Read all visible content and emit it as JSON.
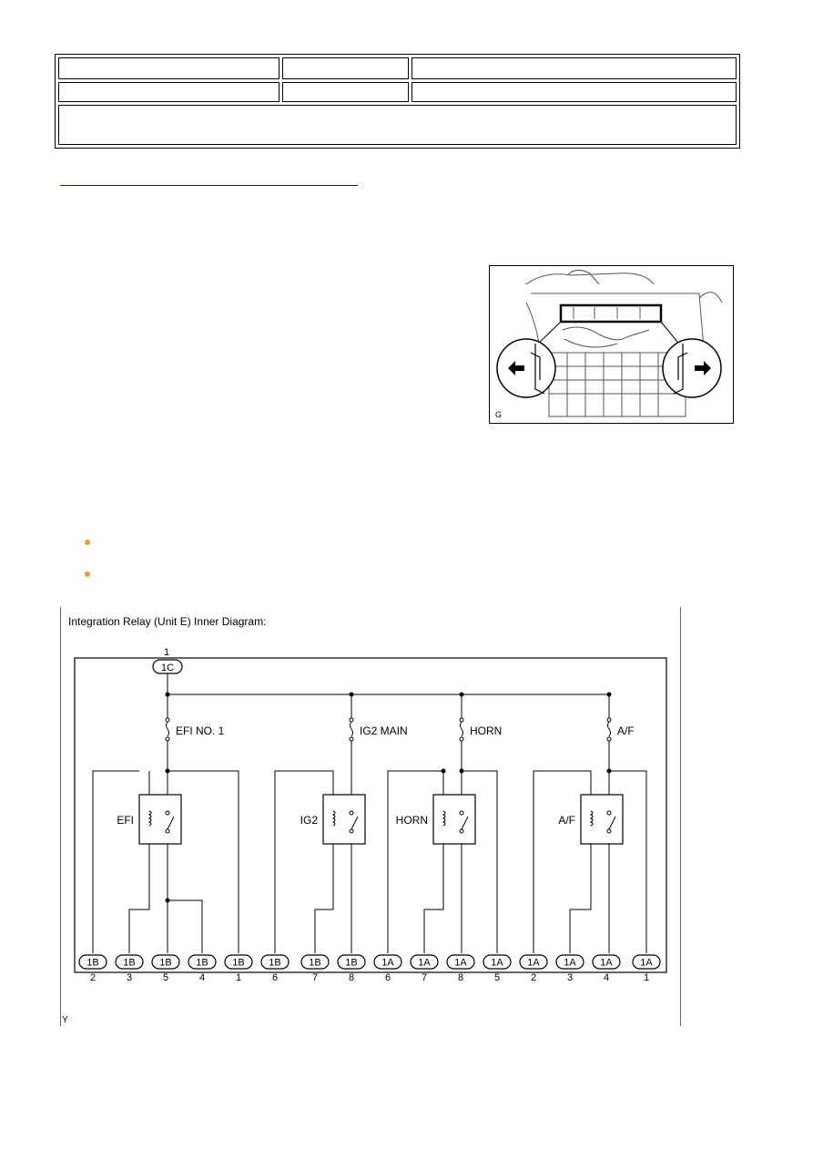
{
  "photo": {
    "corner_label": "G"
  },
  "diagram": {
    "title": "Integration Relay (Unit E) Inner Diagram:",
    "corner_label": "Y",
    "top_connector": {
      "label": "1C",
      "pin": "1"
    },
    "fuses": [
      "EFI NO. 1",
      "IG2 MAIN",
      "HORN",
      "A/F"
    ],
    "relays": [
      "EFI",
      "IG2",
      "HORN",
      "A/F"
    ],
    "terminals": [
      {
        "conn": "1B",
        "pin": "2"
      },
      {
        "conn": "1B",
        "pin": "3"
      },
      {
        "conn": "1B",
        "pin": "5"
      },
      {
        "conn": "1B",
        "pin": "4"
      },
      {
        "conn": "1B",
        "pin": "1"
      },
      {
        "conn": "1B",
        "pin": "6"
      },
      {
        "conn": "1B",
        "pin": "7"
      },
      {
        "conn": "1B",
        "pin": "8"
      },
      {
        "conn": "1A",
        "pin": "6"
      },
      {
        "conn": "1A",
        "pin": "7"
      },
      {
        "conn": "1A",
        "pin": "8"
      },
      {
        "conn": "1A",
        "pin": "5"
      },
      {
        "conn": "1A",
        "pin": "2"
      },
      {
        "conn": "1A",
        "pin": "3"
      },
      {
        "conn": "1A",
        "pin": "4"
      },
      {
        "conn": "1A",
        "pin": "1"
      }
    ]
  }
}
